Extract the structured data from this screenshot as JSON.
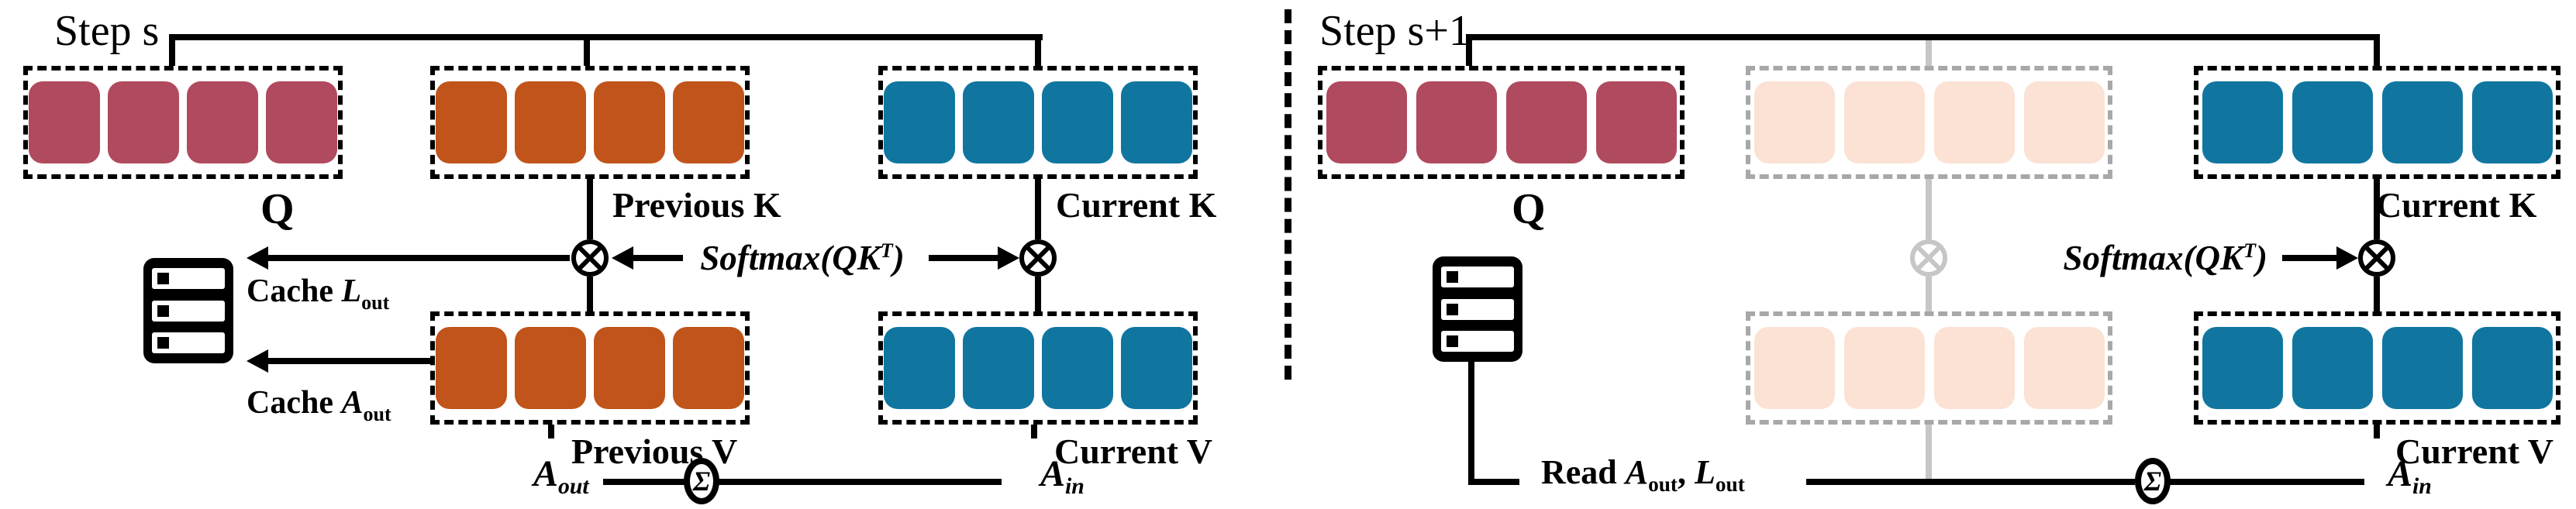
{
  "figure": {
    "left": {
      "title": "Step s",
      "q_label": "Q",
      "prev_k_label": "Previous K",
      "curr_k_label": "Current K",
      "prev_v_label": "Previous V",
      "curr_v_label": "Current V",
      "softmax": {
        "pre": "Softmax(QK",
        "sup": "T",
        "post": ")"
      },
      "cache_l": {
        "prefix": "Cache ",
        "base": "L",
        "sub": "out"
      },
      "cache_a": {
        "prefix": "Cache ",
        "base": "A",
        "sub": "out"
      },
      "a_out": {
        "base": "A",
        "sub": "out"
      },
      "a_in": {
        "base": "A",
        "sub": "in"
      }
    },
    "right": {
      "title": "Step s+1",
      "q_label": "Q",
      "curr_k_label": "Current K",
      "curr_v_label": "Current V",
      "softmax": {
        "pre": "Softmax(QK",
        "sup": "T",
        "post": ")"
      },
      "read": {
        "prefix": "Read ",
        "a_base": "A",
        "a_sub": "out",
        "sep": ", ",
        "l_base": "L",
        "l_sub": "out"
      },
      "a_in": {
        "base": "A",
        "sub": "in"
      }
    }
  },
  "boxes": {
    "q": {
      "count": 4,
      "color": "#B04A5E"
    },
    "prev_kv": {
      "count": 4,
      "color": "#C0541B"
    },
    "curr_kv": {
      "count": 4,
      "color": "#1076A0"
    },
    "faded_kv": {
      "count": 4,
      "color": "#FBE2D4"
    }
  },
  "icons": {
    "multiply": "⊗",
    "sum": "Σ",
    "cache": "cache-icon"
  },
  "colors": {
    "q_token": "#B04A5E",
    "prev_token": "#C0541B",
    "curr_token": "#1076A0",
    "faded_token": "#FBE2D4",
    "faded_border": "#A8A8A8",
    "gray_line": "#C6C6C6",
    "line": "#000000",
    "background": "#FFFFFF"
  }
}
